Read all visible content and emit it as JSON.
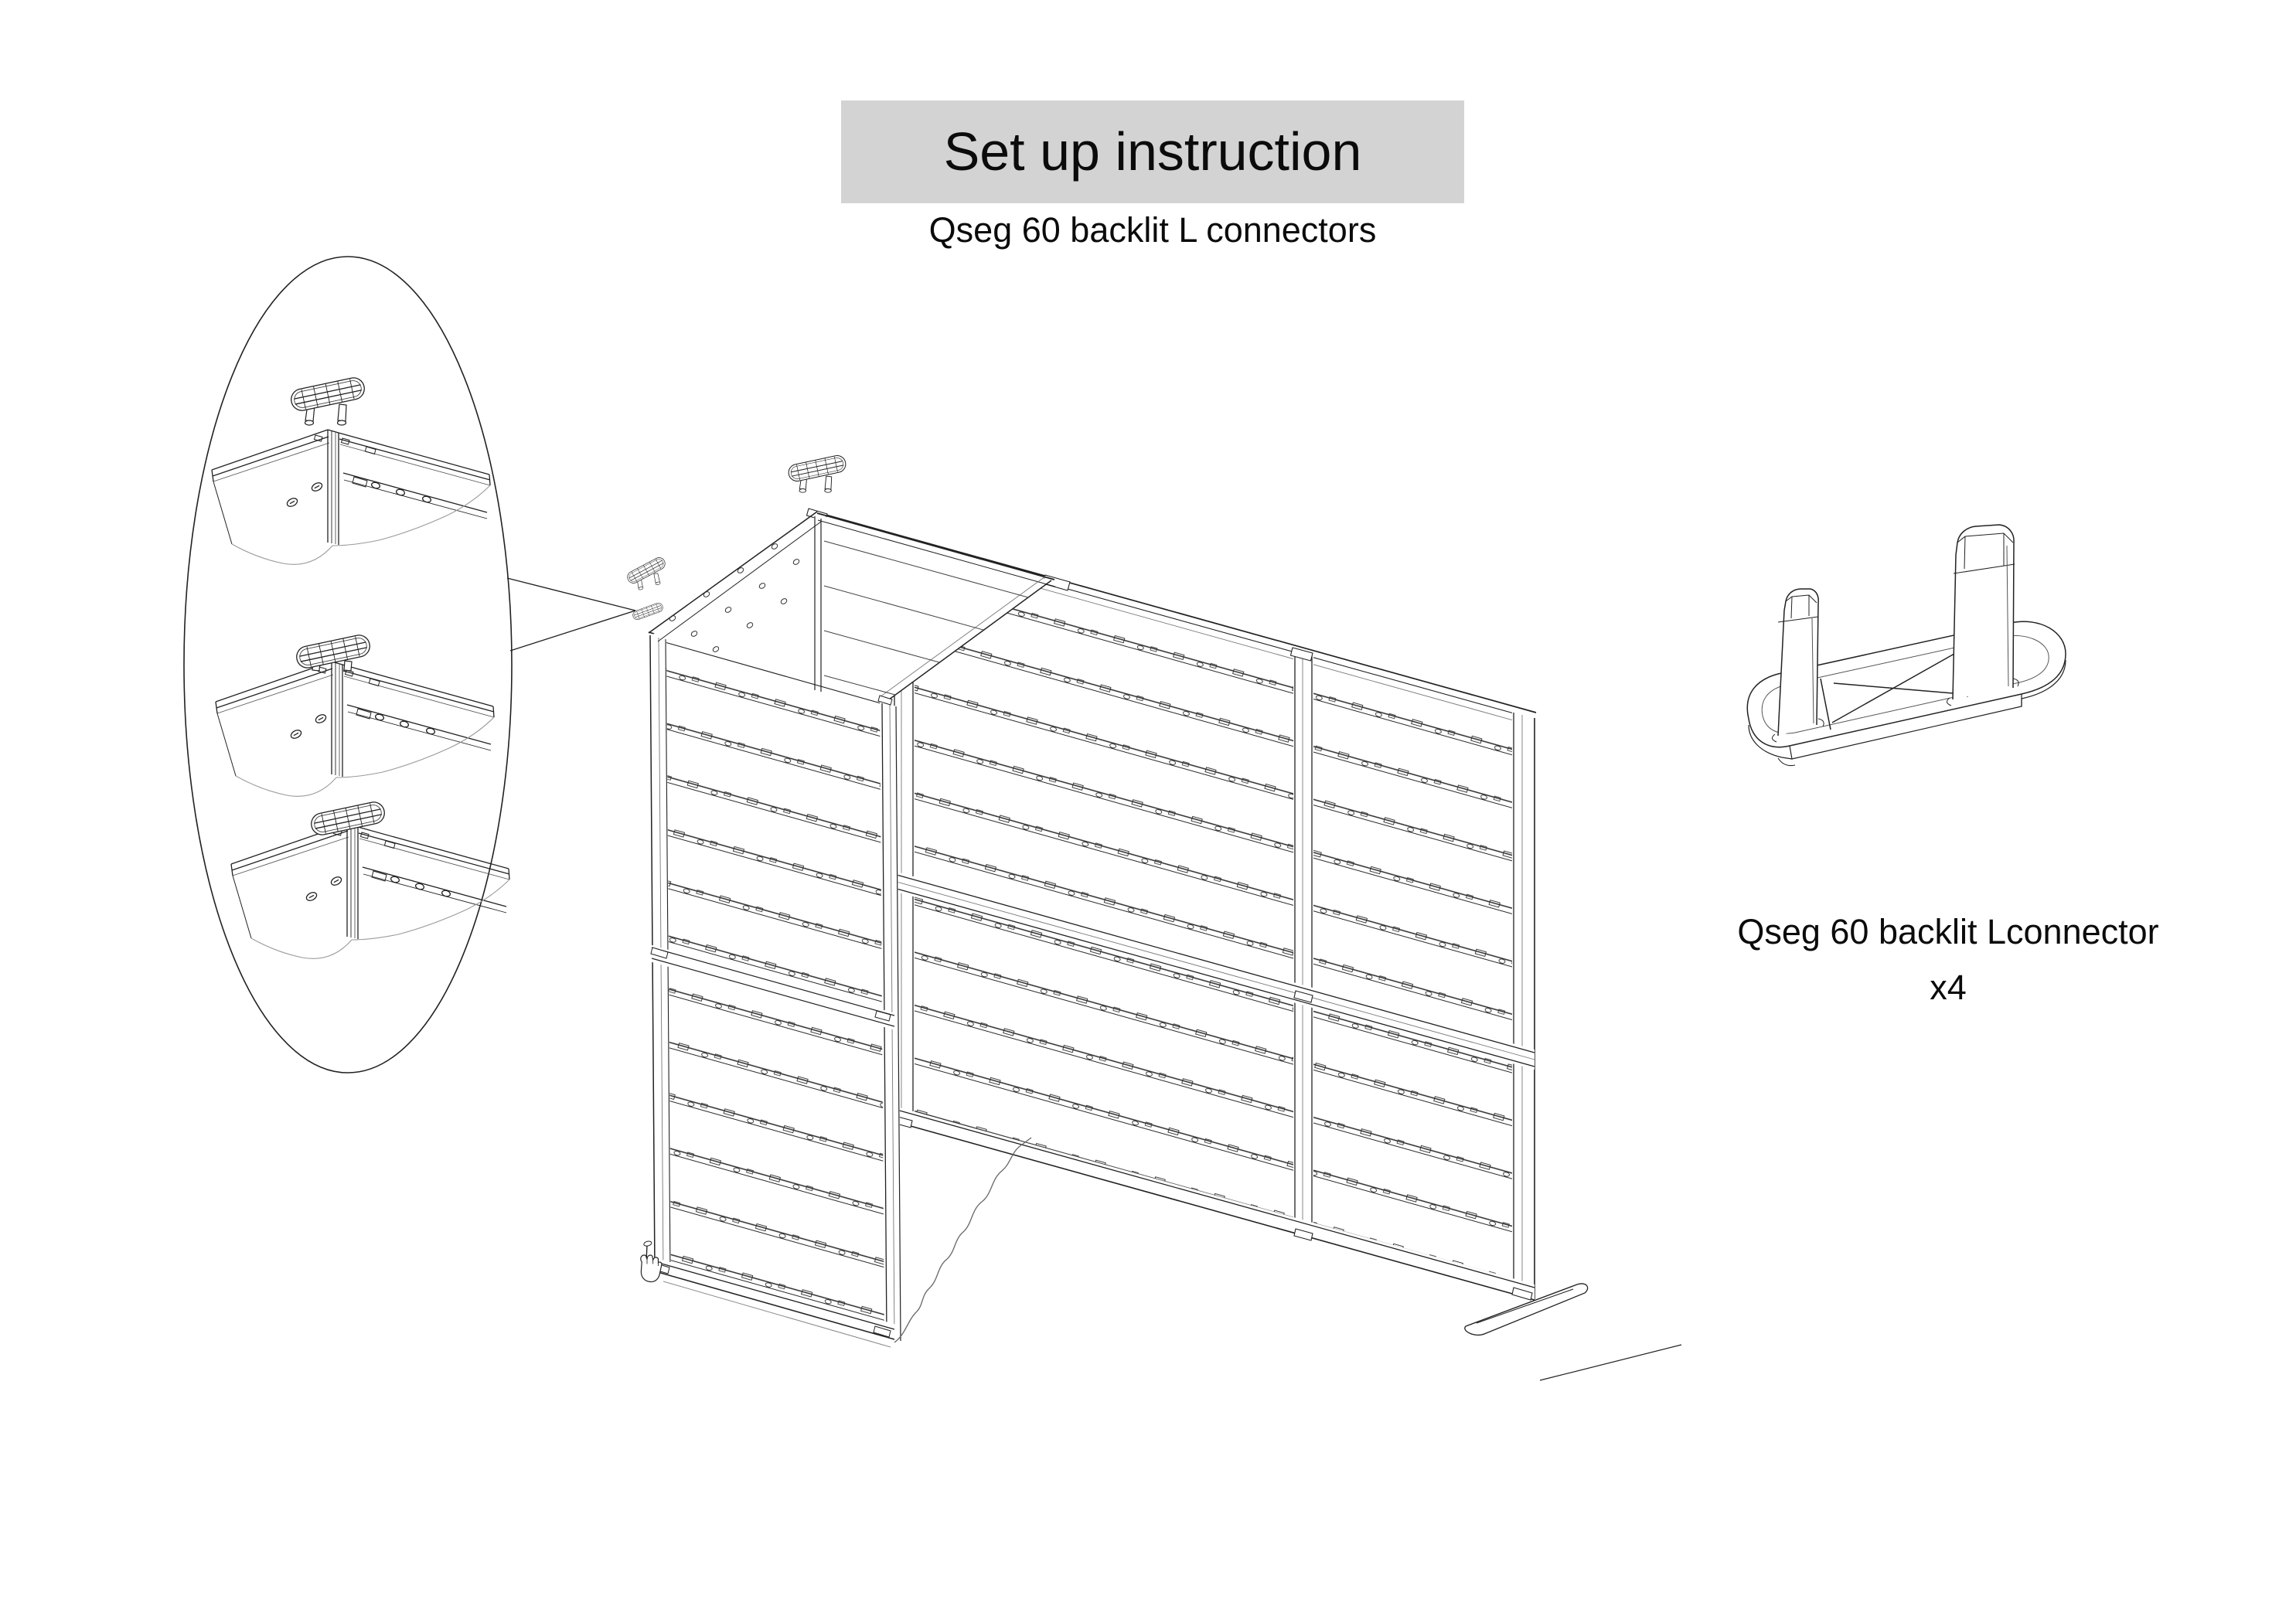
{
  "header": {
    "title": "Set up instruction",
    "subtitle": "Qseg 60 backlit L connectors"
  },
  "part": {
    "label": "Qseg 60 backlit Lconnector",
    "qty": "x4"
  },
  "diagram": {
    "magnifier_steps": [
      "connector-above-corner",
      "connector-partially-inserted",
      "connector-seated"
    ],
    "structure": "L-shaped backlit wall with slatted panels",
    "icons": [
      "hand-cursor-icon",
      "l-connector-icon"
    ]
  },
  "colors": {
    "title_bg": "#d3d3d3",
    "line": "#222222",
    "paper": "#ffffff"
  }
}
